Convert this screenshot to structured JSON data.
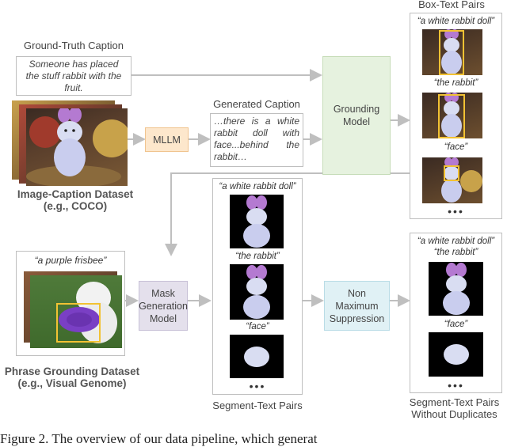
{
  "ground_truth": {
    "title": "Ground-Truth Caption",
    "text_line1": "Someone has placed",
    "text_line2": "the stuff rabbit with the",
    "text_line3": "fruit."
  },
  "image_caption_dataset": {
    "line1": "Image-Caption Dataset",
    "line2": "(e.g., COCO)"
  },
  "mllm": {
    "label": "MLLM"
  },
  "generated_caption": {
    "title": "Generated Caption",
    "text_line1": "…there is a white",
    "text_line2": "rabbit doll with",
    "text_line3": "face...behind the",
    "text_line4": "rabbit…"
  },
  "grounding_model": {
    "line1": "Grounding",
    "line2": "Model"
  },
  "box_text_pairs": {
    "title": "Box-Text Pairs",
    "phrase1": "“a white rabbit doll”",
    "phrase2": "“the rabbit”",
    "phrase3": "“face”",
    "dots": "•••"
  },
  "phrase_grounding": {
    "phrase": "“a purple frisbee”",
    "line1": "Phrase Grounding Dataset",
    "line2": "(e.g., Visual Genome)"
  },
  "mask_generation": {
    "line1": "Mask",
    "line2": "Generation",
    "line3": "Model"
  },
  "segment_text_pairs": {
    "title": "Segment-Text Pairs",
    "phrase1": "“a white rabbit doll”",
    "phrase2": "“the rabbit”",
    "phrase3": "“face”",
    "dots": "•••"
  },
  "nms": {
    "line1": "Non",
    "line2": "Maximum",
    "line3": "Suppression"
  },
  "dedup": {
    "phrase1": "“a white rabbit doll”",
    "phrase2": "“the rabbit”",
    "phrase3": "“face”",
    "dots": "•••",
    "title_line1": "Segment-Text Pairs",
    "title_line2": "Without Duplicates"
  },
  "figure_caption": {
    "text": "Figure 2.   The overview of our data pipeline, which generat"
  },
  "colors": {
    "mllm_fill": "#fde7cc",
    "mllm_border": "#f0c48f",
    "grounding_fill": "#e6f2df",
    "grounding_border": "#c6dcb8",
    "mask_fill": "#e4e0ec",
    "mask_border": "#c7c0d6",
    "nms_fill": "#e0f1f5",
    "nms_border": "#b9dce6",
    "box_highlight": "#f2c233",
    "arrow": "#bfbfbf"
  }
}
